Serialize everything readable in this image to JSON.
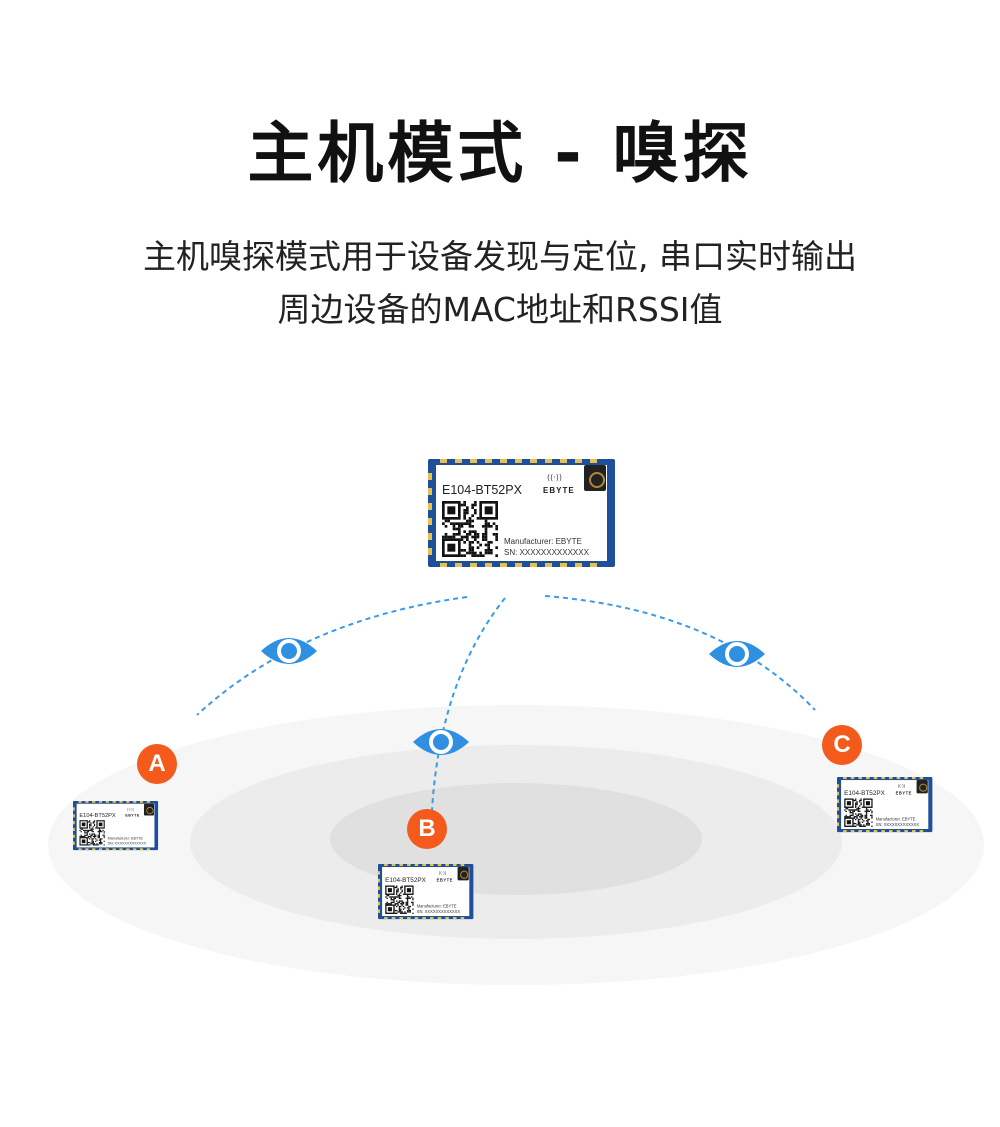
{
  "header": {
    "title": "主机模式 - 嗅探",
    "subtitle_line1": "主机嗅探模式用于设备发现与定位, 串口实时输出",
    "subtitle_line2": "周边设备的MAC地址和RSSI值"
  },
  "module": {
    "model": "E104-BT52PX",
    "brand": "EBYTE",
    "manufacturer": "Manufacturer: EBYTE",
    "serial": "SN: XXXXXXXXXXXXX"
  },
  "devices": [
    {
      "label": "A"
    },
    {
      "label": "B"
    },
    {
      "label": "C"
    }
  ],
  "colors": {
    "module_blue": "#1f4f9a",
    "eye_blue": "#2f8fe0",
    "badge_orange": "#f35a1c",
    "dash": "#3a9be8"
  }
}
